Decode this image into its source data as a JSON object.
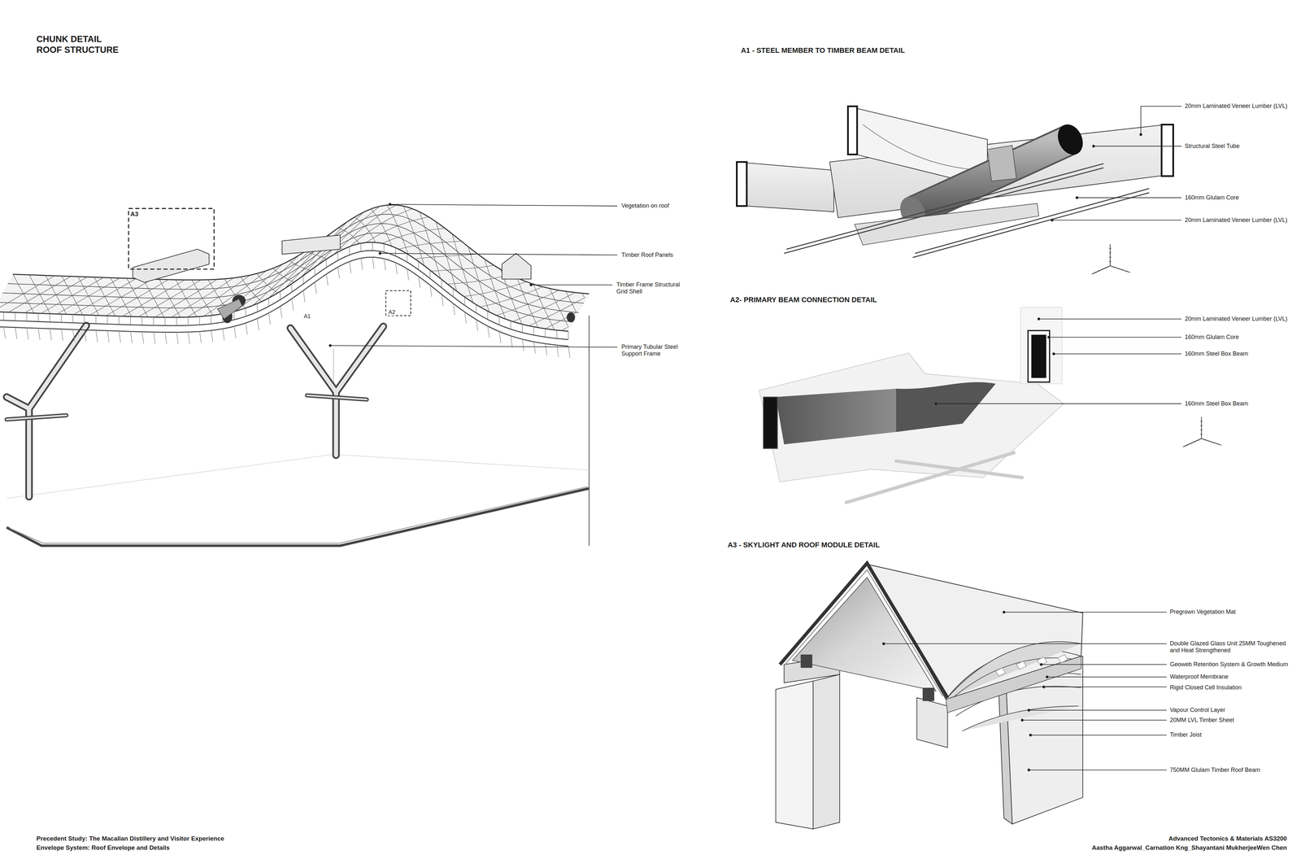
{
  "diagram": {
    "labels": [
      "CHUNK DETAIL",
      "ROOF STRUCTURE",
      "A3",
      "A1",
      "A2",
      "Vegetation on roof",
      "Timber Roof Panels",
      "Timber Frame Structural Grid Shell",
      "Primary Tubular Steel Support Frame",
      "A1 - STEEL MEMBER TO TIMBER BEAM DETAIL",
      "20mm Laminated Veneer Lumber (LVL)",
      "Structural Steel Tube",
      "160mm Glulam Core",
      "20mm Laminated Veneer Lumber (LVL)",
      "A2- PRIMARY BEAM CONNECTION DETAIL",
      "20mm Laminated Veneer Lumber (LVL)",
      "160mm Glulam Core",
      "160mm Steel Box Beam",
      "160mm Steel Box Beam",
      "A3 -  SKYLIGHT AND ROOF MODULE DETAIL",
      "Pregrown Vegetation Mat",
      "Double Glazed Glass Unit 25MM Toughened and Heat Strengthened",
      "Geoweb Retention System & Growth Medium",
      "Waterproof Membrane",
      "Rigid Closed Cell Insulation",
      "Vapour Control Layer",
      "20MM LVL Timber Sheet",
      "Timber Joist",
      "750MM Glulam Timber Roof Beam",
      "Precedent Study:  The Macallan Distillery and Visitor Experience",
      "Envelope System: Roof Envelope and Details",
      "Advanced Tectonics & Materials  AS3200",
      "Aastha Aggarwal_Carnation Kng_Shayantani MukherjeeWen Chen"
    ]
  }
}
